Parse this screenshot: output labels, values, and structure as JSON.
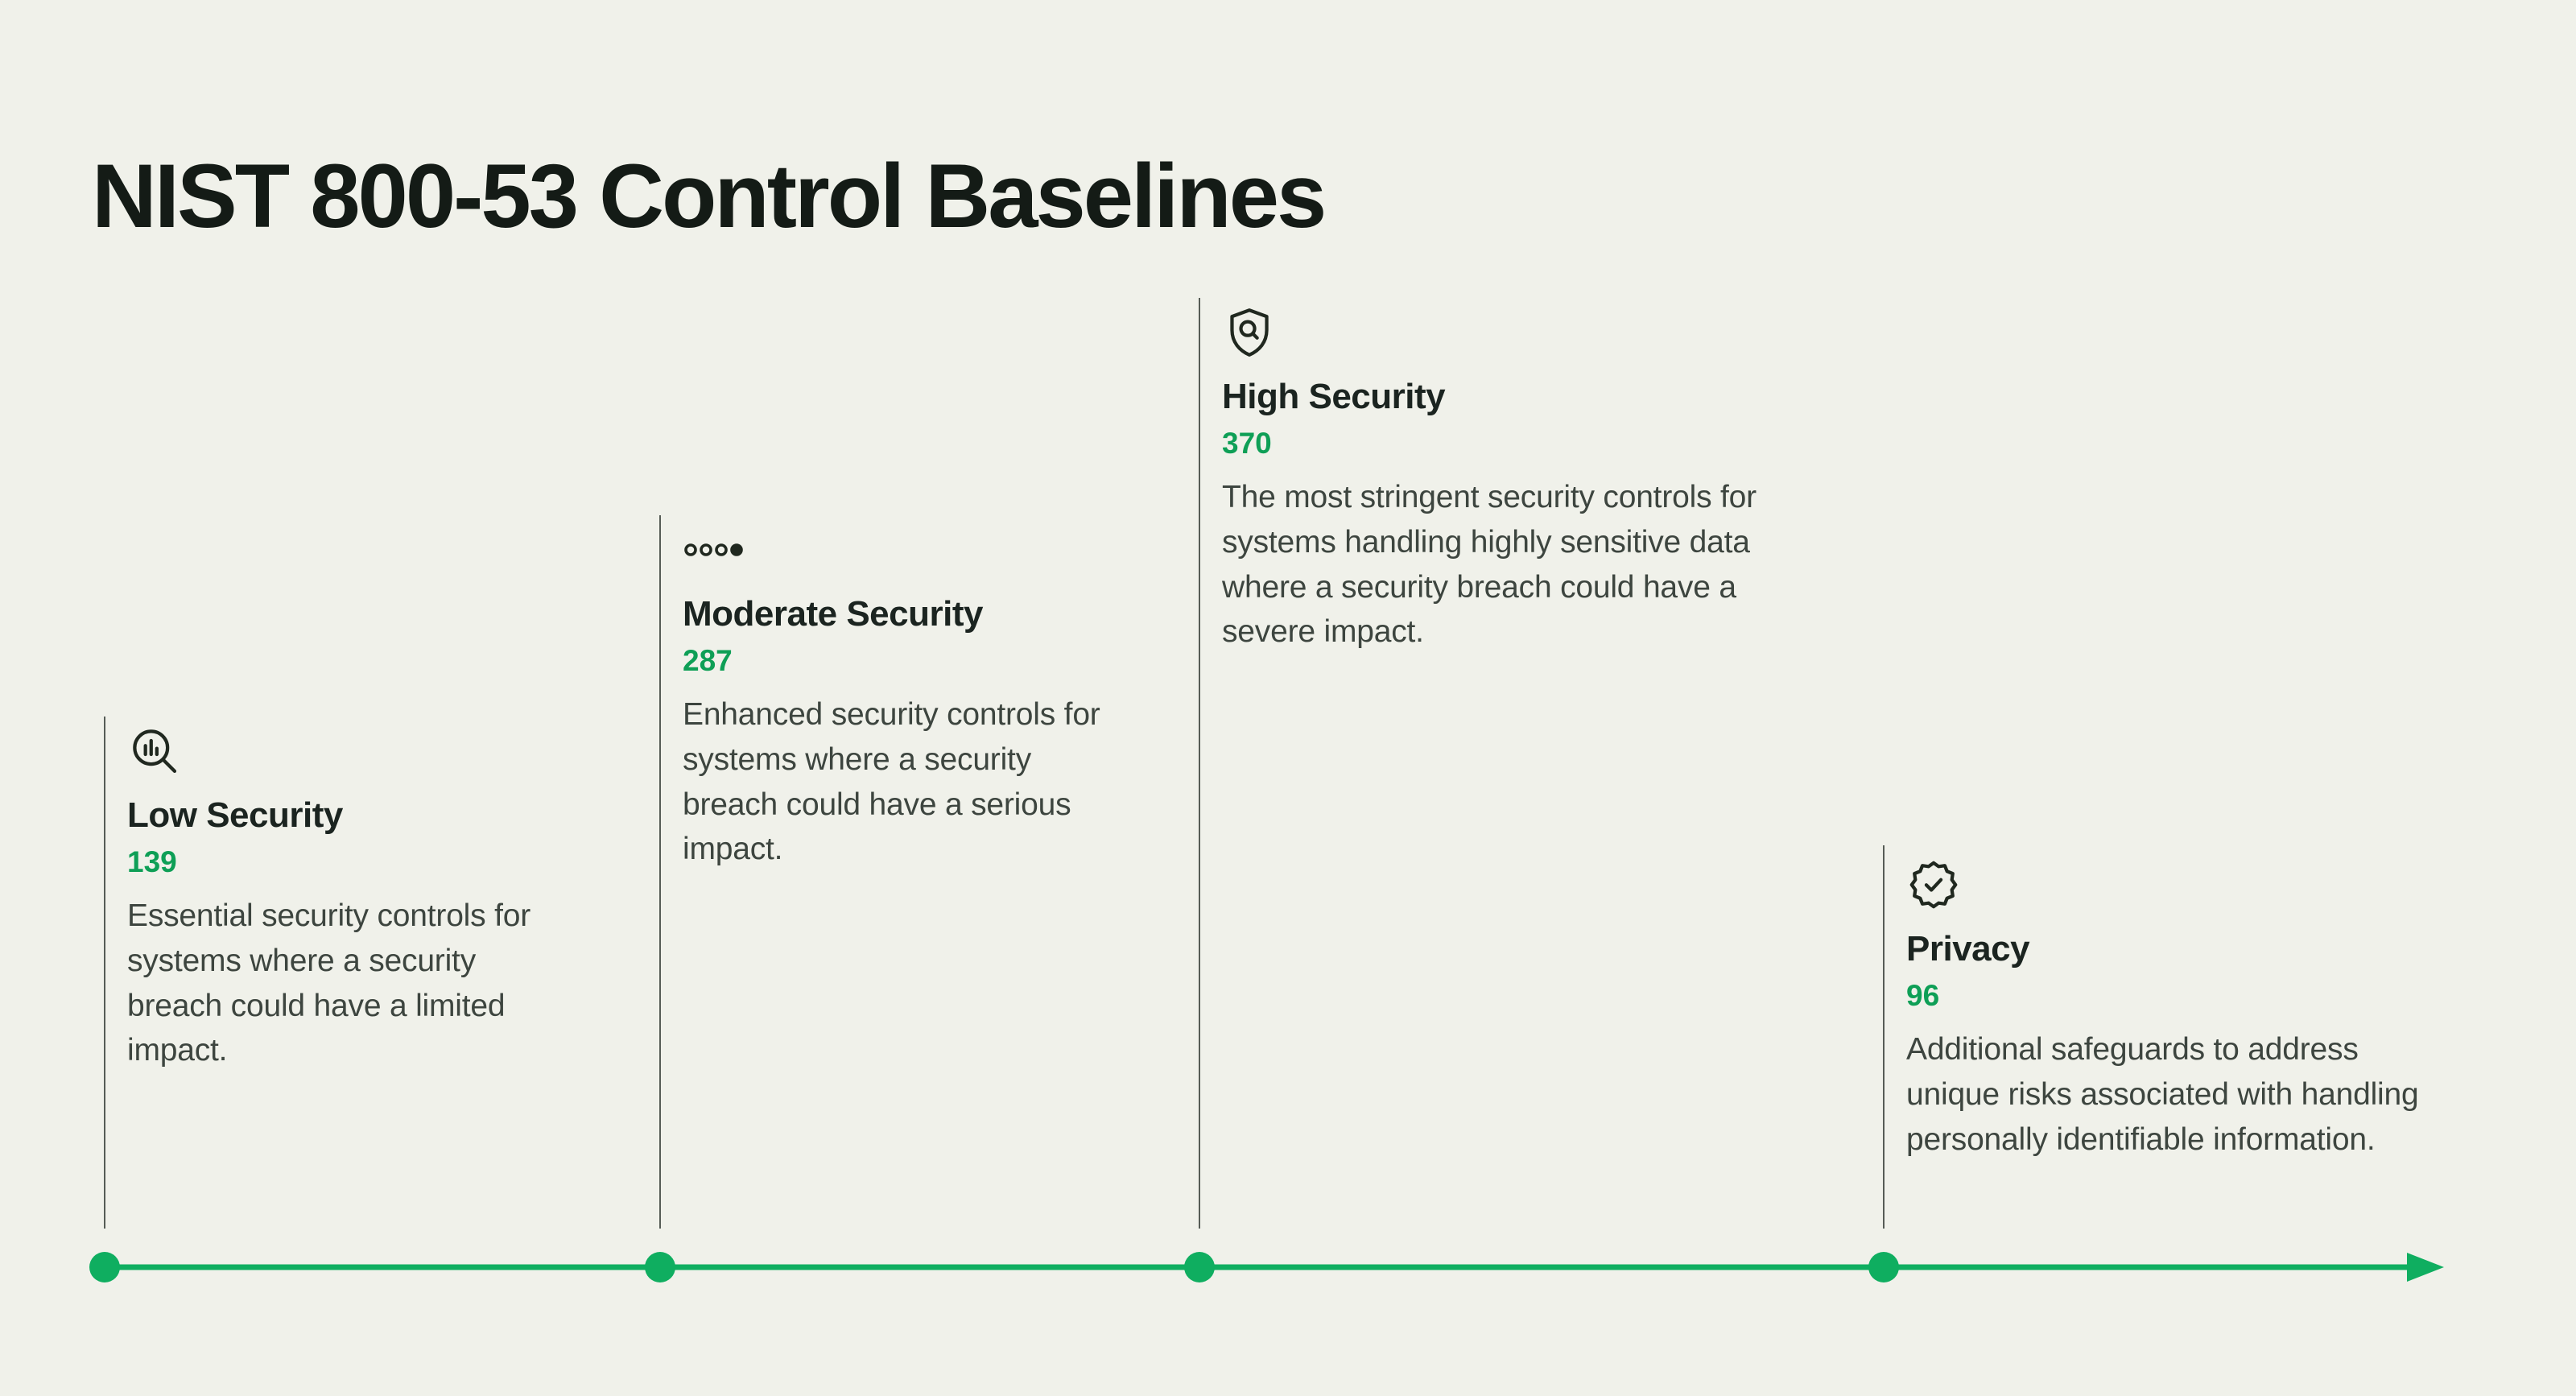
{
  "page": {
    "title": "NIST 800-53 Control Baselines"
  },
  "colors": {
    "background": "#F0F1EA",
    "accent_green": "#0FAE60",
    "count_green": "#0E9F56",
    "heading": "#141B16",
    "body_text": "#3D453F"
  },
  "timeline": {
    "type": "timeline",
    "direction": "horizontal",
    "milestones": [
      {
        "icon": "search-analytics-icon",
        "title": "Low Security",
        "count": "139",
        "description": "Essential security controls for systems where a security breach could have a limited impact."
      },
      {
        "icon": "intensity-dots-icon",
        "title": "Moderate Security",
        "count": "287",
        "description": "Enhanced security controls for systems where a security breach could have a serious impact."
      },
      {
        "icon": "shield-search-icon",
        "title": "High Security",
        "count": "370",
        "description": "The most stringent security controls for systems handling highly sensitive data where a security breach could have a severe impact."
      },
      {
        "icon": "award-check-icon",
        "title": "Privacy",
        "count": "96",
        "description": "Additional safeguards to address unique risks associated with handling personally identifiable information."
      }
    ]
  }
}
